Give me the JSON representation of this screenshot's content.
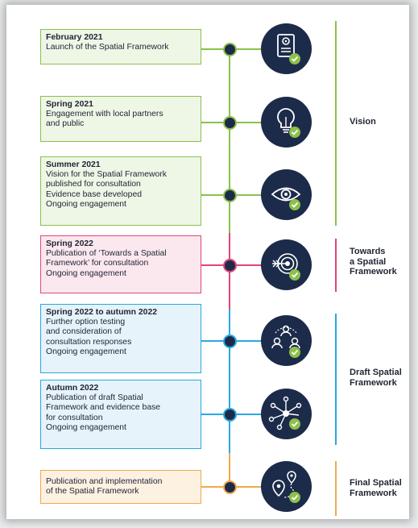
{
  "colors": {
    "vision": "#8cc04b",
    "towards": "#e0457a",
    "draft": "#2aa8e0",
    "final": "#f1a94c",
    "navy": "#1c2b4a"
  },
  "milestones": [
    {
      "title": "February 2021",
      "lines": [
        "Launch of the Spatial Framework"
      ],
      "icon": "document-gear-icon"
    },
    {
      "title": "Spring 2021",
      "lines": [
        "Engagement with local partners",
        "and public"
      ],
      "icon": "lightbulb-icon"
    },
    {
      "title": "Summer 2021",
      "lines": [
        "Vision for the Spatial Framework",
        "published for consultation",
        "Evidence base developed",
        "Ongoing engagement"
      ],
      "icon": "eye-icon"
    },
    {
      "title": "Spring 2022",
      "lines": [
        "Publication of ‘Towards a Spatial",
        "Framework’ for consultation",
        "Ongoing engagement"
      ],
      "icon": "target-icon"
    },
    {
      "title": "Spring 2022 to autumn 2022",
      "lines": [
        "Further option testing",
        "and consideration of",
        "consultation responses",
        "Ongoing engagement"
      ],
      "icon": "people-network-icon"
    },
    {
      "title": "Autumn 2022",
      "lines": [
        "Publication of draft Spatial",
        "Framework and evidence base",
        "for consultation",
        "Ongoing engagement"
      ],
      "icon": "network-nodes-icon"
    },
    {
      "title": "",
      "lines": [
        "Publication and implementation",
        "of the Spatial Framework"
      ],
      "icon": "route-pin-icon"
    }
  ],
  "phases": [
    {
      "name": "Vision"
    },
    {
      "name": "Towards\na Spatial\nFramework"
    },
    {
      "name": "Draft Spatial\nFramework"
    },
    {
      "name": "Final Spatial\nFramework"
    }
  ]
}
